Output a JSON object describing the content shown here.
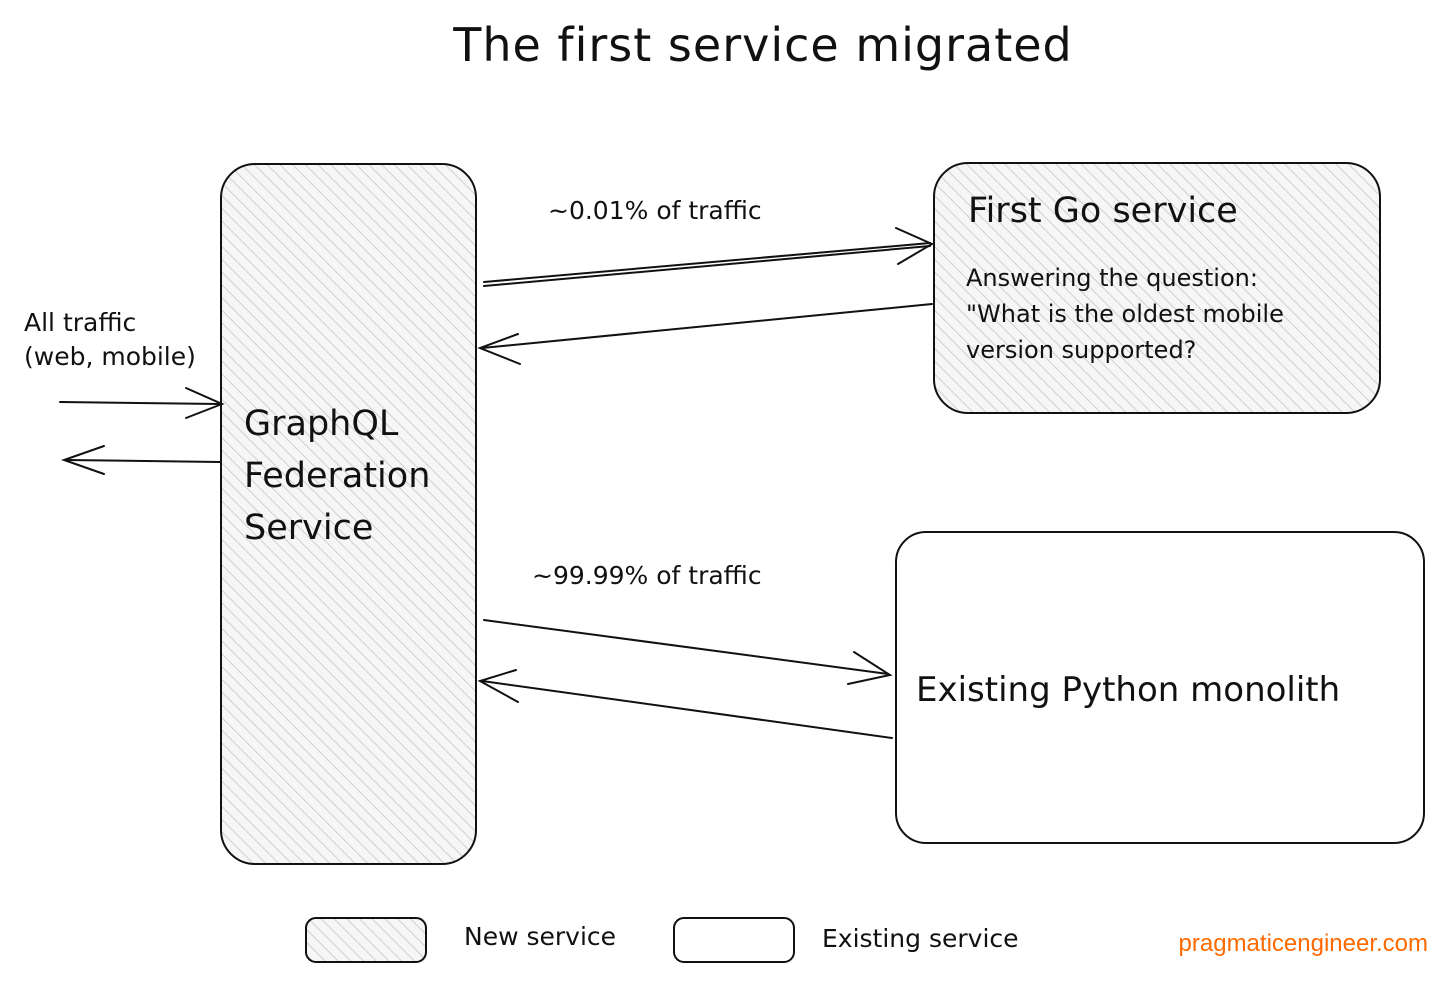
{
  "title": "The first service migrated",
  "client": {
    "line1": "All traffic",
    "line2": "(web, mobile)"
  },
  "graphql_service": {
    "line1": "GraphQL",
    "line2": "Federation",
    "line3": "Service"
  },
  "go_service": {
    "title": "First Go service",
    "desc_line1": "Answering the question:",
    "desc_line2": "\"What is the oldest mobile",
    "desc_line3": "version supported?"
  },
  "python_monolith": {
    "title": "Existing Python monolith"
  },
  "edges": {
    "to_go": "~0.01% of traffic",
    "to_monolith": "~99.99% of traffic"
  },
  "legend": {
    "new_service": "New service",
    "existing_service": "Existing service"
  },
  "watermark": "pragmaticengineer.com",
  "colors": {
    "stroke": "#111111",
    "hatch": "#c9c9c9",
    "box_fill": "#f4f4f4",
    "watermark": "#ff6a00"
  }
}
